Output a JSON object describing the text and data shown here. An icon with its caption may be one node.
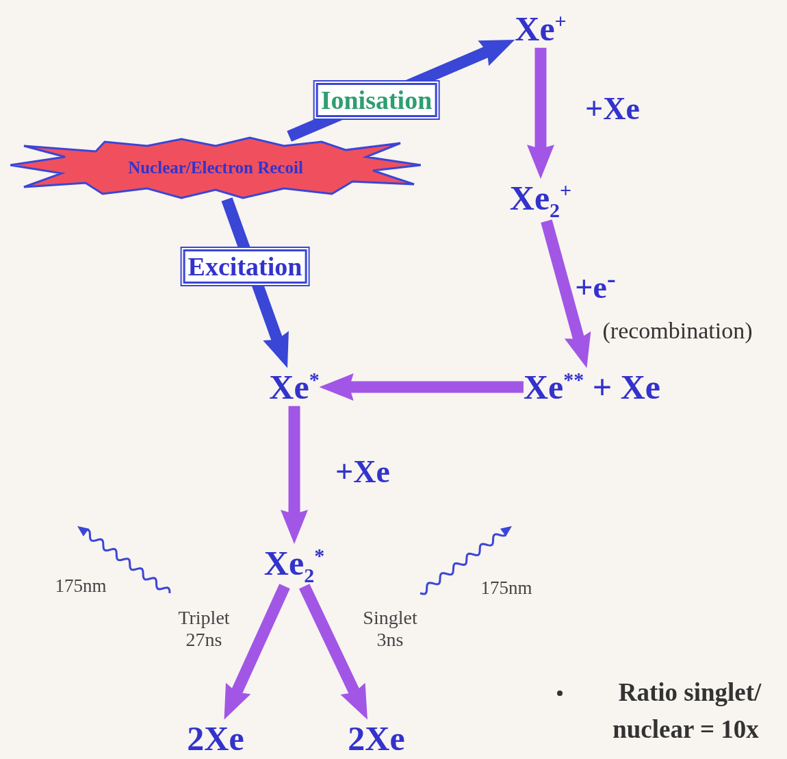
{
  "diagram": {
    "nodes": [
      {
        "text": [
          "Nuclear/Electron Recoil"
        ]
      },
      {
        "text": [
          "Xe$^{+}$"
        ]
      },
      {
        "text": [
          "Xe$_{2}$$^{+}$"
        ]
      },
      {
        "text": [
          "Xe$^{**}$ + Xe"
        ]
      },
      {
        "text": [
          "Xe$^{*}$"
        ]
      },
      {
        "text": [
          "Xe$_{2}$$^{*}$"
        ]
      },
      {
        "text": [
          "2Xe"
        ]
      },
      {
        "text": [
          "2Xe"
        ]
      }
    ],
    "edges": [
      {
        "from": 0,
        "to": 1,
        "arrow": "to",
        "label": "Ionisation",
        "color": "#3a46d6"
      },
      {
        "from": 0,
        "to": 4,
        "arrow": "to",
        "label": "Excitation",
        "color": "#3a46d6"
      },
      {
        "from": 1,
        "to": 2,
        "arrow": "to",
        "label": "+Xe"
      },
      {
        "from": 2,
        "to": 3,
        "arrow": "to",
        "label": "+e$^{-}$"
      },
      {
        "from": 3,
        "to": 4,
        "arrow": "to"
      },
      {
        "from": 4,
        "to": 5,
        "arrow": "to",
        "label": "+Xe"
      },
      {
        "from": 5,
        "to": 6,
        "arrow": "to",
        "label": "Triplet 27ns"
      },
      {
        "from": 5,
        "to": 7,
        "arrow": "to",
        "label": "Singlet 3ns"
      }
    ],
    "labels": [
      "(recombination)",
      "175nm",
      "175nm",
      "Ratio singlet/",
      "nuclear = 10x"
    ]
  }
}
